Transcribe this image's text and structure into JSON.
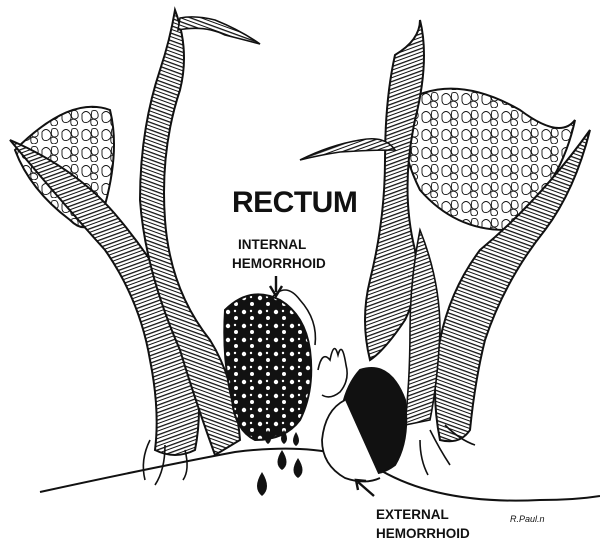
{
  "diagram": {
    "title": "RECTUM",
    "labels": {
      "internal_hemorrhoid": [
        "INTERNAL",
        "HEMORRHOID"
      ],
      "external_hemorrhoid": [
        "EXTERNAL",
        "HEMORRHOID"
      ]
    },
    "signature": "R.Paul.n"
  },
  "colors": {
    "ink": "#111111",
    "paper": "#ffffff"
  }
}
